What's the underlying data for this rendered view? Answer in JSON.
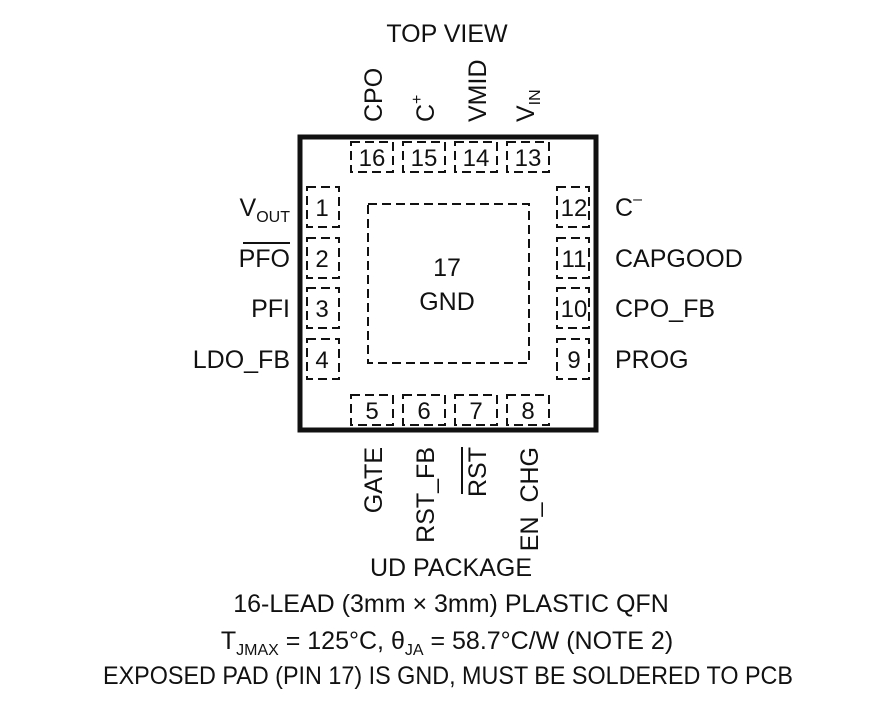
{
  "title": "TOP VIEW",
  "center_pad": {
    "number": "17",
    "label": "GND"
  },
  "pins_left": [
    {
      "num": "1",
      "label_main": "V",
      "label_sub": "OUT",
      "overbar": false
    },
    {
      "num": "2",
      "label_main": "PFO",
      "label_sub": "",
      "overbar": true
    },
    {
      "num": "3",
      "label_main": "PFI",
      "label_sub": "",
      "overbar": false
    },
    {
      "num": "4",
      "label_main": "LDO_FB",
      "label_sub": "",
      "overbar": false
    }
  ],
  "pins_bottom": [
    {
      "num": "5",
      "label": "GATE",
      "overbar": false
    },
    {
      "num": "6",
      "label": "RST_FB",
      "overbar": false
    },
    {
      "num": "7",
      "label": "RST",
      "overbar": true
    },
    {
      "num": "8",
      "label": "EN_CHG",
      "overbar": false
    }
  ],
  "pins_right": [
    {
      "num": "9",
      "label_main": "PROG",
      "label_sup": ""
    },
    {
      "num": "10",
      "label_main": "CPO_FB",
      "label_sup": ""
    },
    {
      "num": "11",
      "label_main": "CAPGOOD",
      "label_sup": ""
    },
    {
      "num": "12",
      "label_main": "C",
      "label_sup": "–"
    }
  ],
  "pins_top": [
    {
      "num": "13",
      "label_main": "V",
      "label_sub": "IN",
      "label_sup": ""
    },
    {
      "num": "14",
      "label_main": "VMID",
      "label_sub": "",
      "label_sup": ""
    },
    {
      "num": "15",
      "label_main": "C",
      "label_sub": "",
      "label_sup": "+"
    },
    {
      "num": "16",
      "label_main": "CPO",
      "label_sub": "",
      "label_sup": ""
    }
  ],
  "caption": {
    "package": "UD PACKAGE",
    "lead": "16-LEAD (3mm × 3mm) PLASTIC QFN",
    "thermal": {
      "t_main": "T",
      "t_sub": "JMAX",
      "t_val": " = 125°C, ",
      "th_main": "θ",
      "th_sub": "JA",
      "th_val": " = 58.7°C/W (NOTE 2)"
    },
    "exposed": "EXPOSED PAD (PIN 17) IS GND, MUST BE SOLDERED TO PCB"
  }
}
